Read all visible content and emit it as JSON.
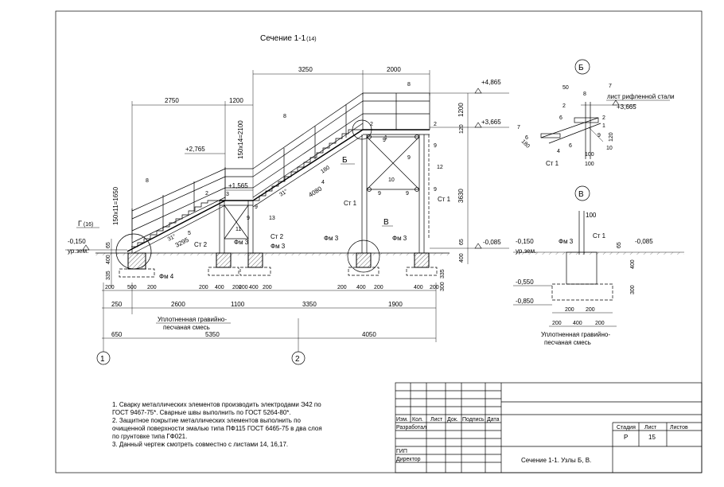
{
  "section_title": "Сечение 1-1",
  "section_ref": "(14)",
  "node_labels": {
    "b": "Б",
    "v": "В",
    "g": "Г",
    "g_ref": "(16)"
  },
  "levels": {
    "top": "+4,865",
    "platform": "+3,665",
    "mid_rail": "+2,765",
    "landing": "+1,565",
    "ground": "-0,150",
    "ground_label": "ур.зем.",
    "base_right": "-0,085",
    "v_ground": "-0,150",
    "v_right": "-0,085",
    "v_bottom1": "-0,550",
    "v_bottom2": "-0,850"
  },
  "top_dims": [
    "3250",
    "2000",
    "2750",
    "1200"
  ],
  "side_dims": [
    "1200",
    "120",
    "3630",
    "65",
    "400",
    "335",
    "300"
  ],
  "stair_dims": [
    "150x14=2100",
    "150x11=1650",
    "4080",
    "3295",
    "180",
    "31°"
  ],
  "bottom_dims_row1": [
    "200",
    "500",
    "200",
    "200",
    "400",
    "200",
    "200",
    "400",
    "200",
    "200",
    "400",
    "200",
    "400",
    "200"
  ],
  "bottom_dims_row2": [
    "250",
    "2600",
    "1100",
    "3350",
    "1900"
  ],
  "bottom_dims_row3": [
    "650",
    "5350",
    "4050"
  ],
  "axes": [
    "1",
    "2"
  ],
  "callouts": {
    "fm3": "Фм 3",
    "fm4": "Фм 4",
    "st1": "Ст 1",
    "st2": "Ст 2",
    "gravel1": "Уплотненная гравийно-",
    "gravel2": "песчаная смесь"
  },
  "positions": [
    "1",
    "2",
    "3",
    "4",
    "5",
    "6",
    "7",
    "8",
    "9",
    "10",
    "11",
    "12",
    "13"
  ],
  "detail_b": {
    "title": "Б",
    "label": "лист рифленной стали",
    "level": "+3,665",
    "dims": [
      "50",
      "120",
      "180",
      "100",
      "100"
    ],
    "st": "Ст 1"
  },
  "detail_v": {
    "title": "В",
    "dims": [
      "100",
      "65",
      "400",
      "300",
      "200",
      "200",
      "200",
      "400",
      "200"
    ],
    "gravel1": "Уплотненная гравийно-",
    "gravel2": "песчаная смесь"
  },
  "notes": [
    "1. Сварку металлических элементов производить электродами Э42 по",
    "ГОСТ 9467-75*. Сварные швы выполнить по ГОСТ 5264-80*.",
    "2. Защитное покрытие металлических элементов выполнить по",
    "очищенной поверхности эмалью типа ПФ115 ГОСТ 6465-75 в два слоя",
    "по грунтовке типа ГФ021.",
    "3. Данный чертеж смотреть совместно с листами 14, 16,17."
  ],
  "stamp": {
    "cols": [
      "Изм.",
      "Кол.",
      "Лист",
      "Док.",
      "Подпись",
      "Дата"
    ],
    "rows": [
      "Разработал",
      "",
      "",
      "",
      "ГИП",
      "Директор"
    ],
    "stage_h": "Стадия",
    "sheet_h": "Лист",
    "sheets_h": "Листов",
    "stage": "Р",
    "sheet": "15",
    "sheets": "",
    "title": "Сечение 1-1. Узлы Б, В."
  }
}
